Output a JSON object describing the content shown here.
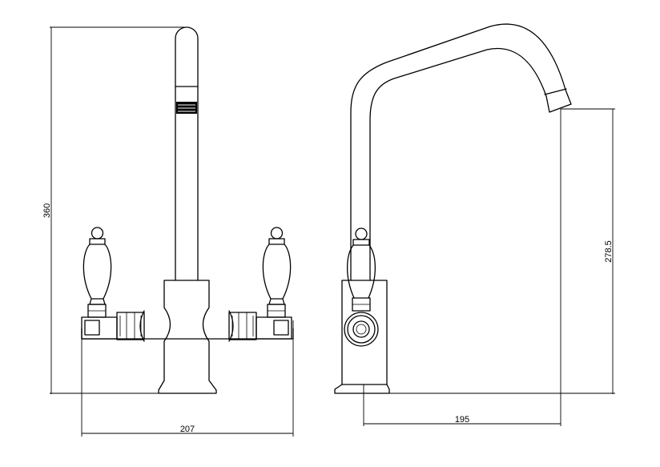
{
  "dimensions": {
    "front_height": "360",
    "front_width": "207",
    "side_height": "278.5",
    "side_reach": "195"
  }
}
